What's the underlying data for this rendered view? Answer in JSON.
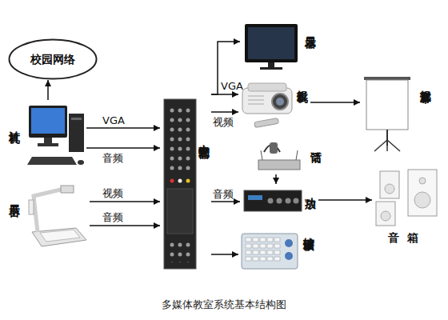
{
  "diagram": {
    "caption": "多媒体教室系统基本结构图",
    "nodes": [
      {
        "text": [
          "校园网络"
        ]
      },
      {
        "text": [
          "计算机"
        ]
      },
      {
        "text": [
          "展示台"
        ]
      },
      {
        "text": [
          "中央控制器"
        ]
      },
      {
        "text": [
          "显示器"
        ]
      },
      {
        "text": [
          "投影机"
        ]
      },
      {
        "text": [
          "投影屏幕"
        ]
      },
      {
        "text": [
          "话筒"
        ]
      },
      {
        "text": [
          "功放"
        ]
      },
      {
        "text": [
          "音箱"
        ]
      },
      {
        "text": [
          "按键面板"
        ]
      }
    ],
    "edges": [
      {
        "from": 1,
        "to": 0,
        "arrow": "to"
      },
      {
        "from": 1,
        "to": 3,
        "label": "VGA",
        "arrow": "to"
      },
      {
        "from": 1,
        "to": 3,
        "label": "音频",
        "arrow": "to"
      },
      {
        "from": 2,
        "to": 3,
        "label": "视频",
        "arrow": "to"
      },
      {
        "from": 2,
        "to": 3,
        "label": "音频",
        "arrow": "to"
      },
      {
        "from": 3,
        "to": 4,
        "arrow": "to"
      },
      {
        "from": 3,
        "to": 5,
        "label": "VGA",
        "arrow": "to"
      },
      {
        "from": 3,
        "to": 5,
        "label": "视频",
        "arrow": "to"
      },
      {
        "from": 5,
        "to": 6,
        "arrow": "to"
      },
      {
        "from": 7,
        "to": 8,
        "arrow": "to"
      },
      {
        "from": 3,
        "to": 8,
        "label": "音频",
        "arrow": "to"
      },
      {
        "from": 8,
        "to": 9,
        "arrow": "to"
      },
      {
        "from": 3,
        "to": 10,
        "arrow": "to"
      }
    ]
  }
}
